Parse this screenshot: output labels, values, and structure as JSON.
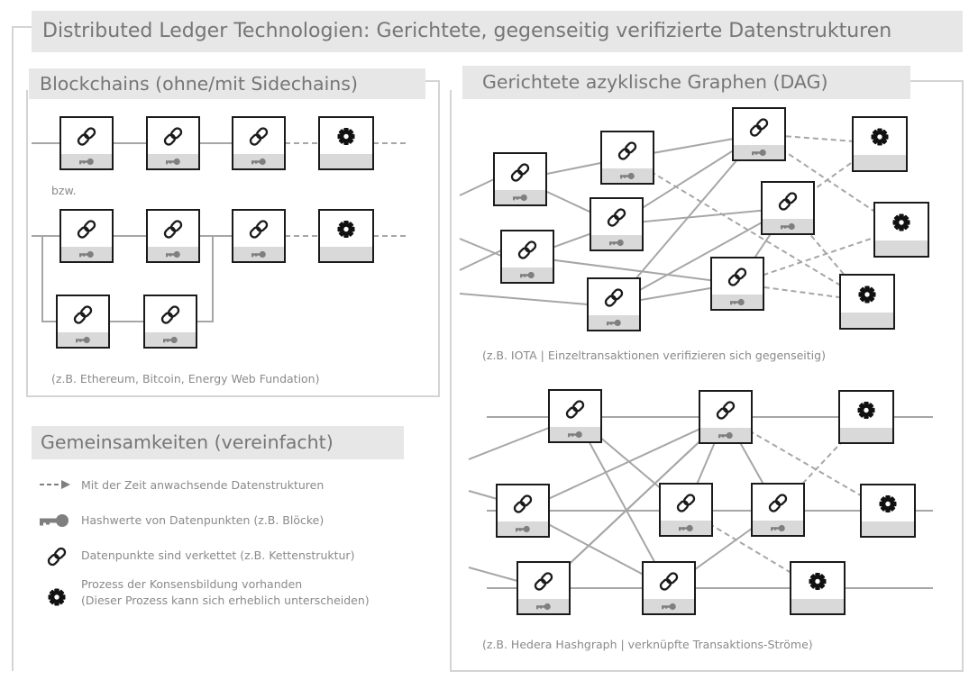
{
  "title": "Distributed Ledger Technologien: Gerichtete, gegenseitig verifizierte Datenstrukturen",
  "blockchains": {
    "title": "Blockchains (ohne/mit Sidechains)",
    "bzw": "bzw.",
    "caption": "(z.B. Ethereum, Bitcoin, Energy Web Fundation)"
  },
  "dag": {
    "title": "Gerichtete azyklische Graphen (DAG)",
    "caption_iota": "(z.B. IOTA | Einzeltransaktionen verifizieren sich gegenseitig)",
    "caption_hedera": "(z.B. Hedera Hashgraph | verknüpfte Transaktions-Ströme)"
  },
  "common": {
    "title": "Gemeinsamkeiten (vereinfacht)",
    "legend": {
      "growth": "Mit der Zeit anwachsende Datenstrukturen",
      "hash": "Hashwerte von Datenpunkten (z.B. Blöcke)",
      "chain": "Datenpunkte sind verkettet (z.B. Kettenstruktur)",
      "consensus_line1": "Prozess der Konsensbildung vorhanden",
      "consensus_line2": "(Dieser Prozess kann sich erheblich unterscheiden)"
    }
  },
  "icons": {
    "block": "chain-link-icon",
    "hash": "key-icon",
    "consensus": "gear-icon",
    "growth": "dashed-arrow-icon"
  },
  "colors": {
    "header_bg": "#e7e7e7",
    "header_text": "#767676",
    "caption_text": "#8a8a8a",
    "line": "#a6a6a6",
    "block_border": "#1a1a1a",
    "block_footer": "#d9d9d9"
  }
}
